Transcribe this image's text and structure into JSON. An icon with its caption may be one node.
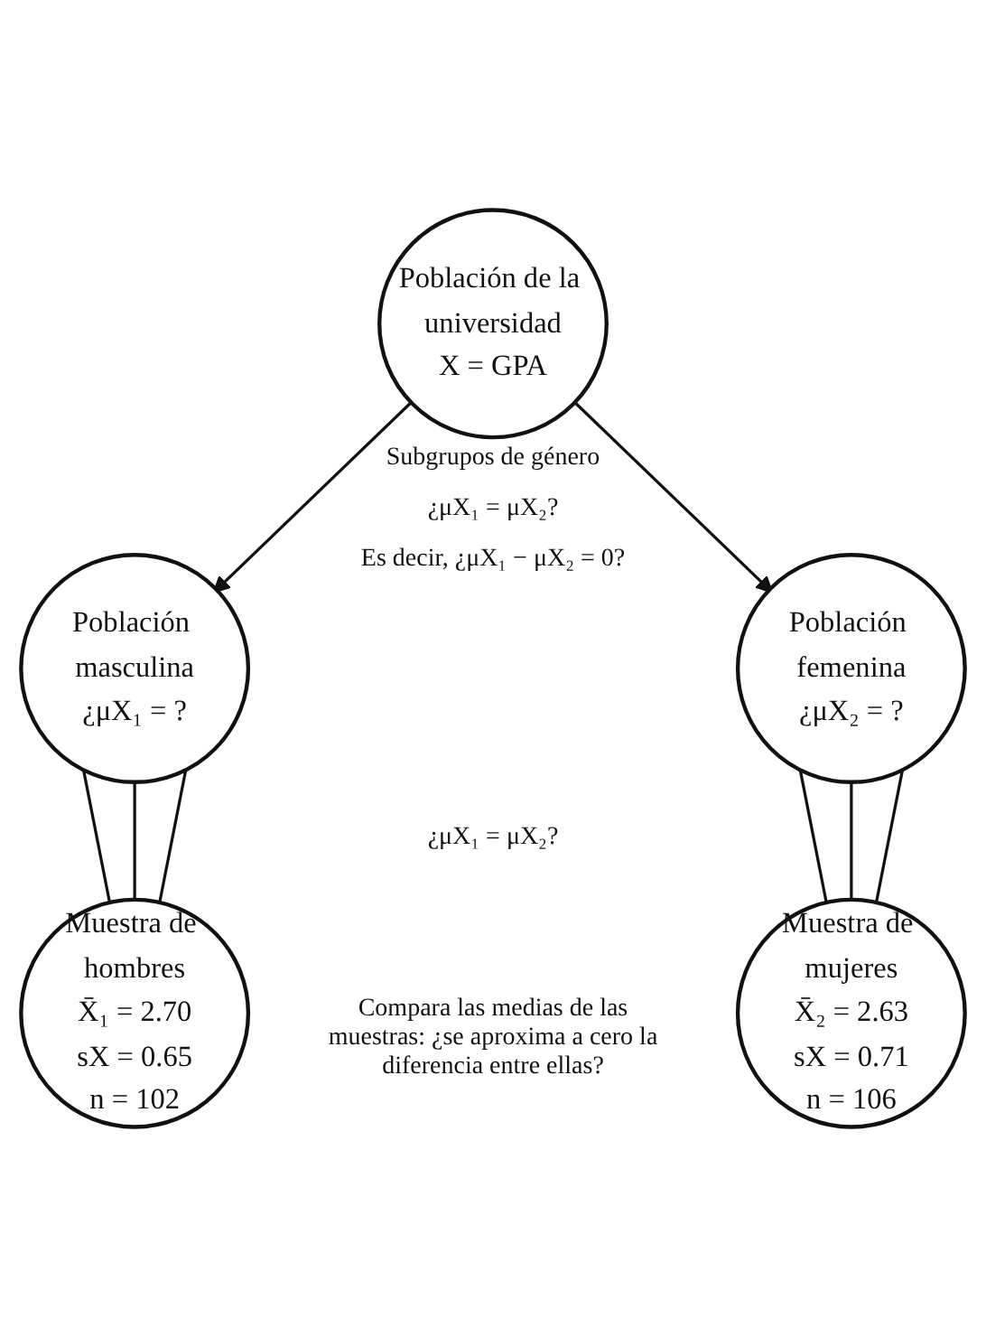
{
  "diagram": {
    "nodes": [
      {
        "text": [
          "Población de la universidad",
          "X = GPA"
        ]
      },
      {
        "text": [
          "Población masculina",
          "¿μX₁ = ?"
        ]
      },
      {
        "text": [
          "Población femenina",
          "¿μX₂ = ?"
        ]
      },
      {
        "text": [
          "Muestra de hombres",
          "X̄₁ = 2.70",
          "sX = 0.65",
          "n = 102"
        ]
      },
      {
        "text": [
          "Muestra de mujeres",
          "X̄₂ = 2.63",
          "sX = 0.71",
          "n = 106"
        ]
      }
    ],
    "edges": [
      {
        "from": 0,
        "to": 1,
        "arrow": "to"
      },
      {
        "from": 0,
        "to": 2,
        "arrow": "to"
      },
      {
        "from": 1,
        "to": 3,
        "arrow": "none"
      },
      {
        "from": 1,
        "to": 3,
        "arrow": "none"
      },
      {
        "from": 1,
        "to": 3,
        "arrow": "none"
      },
      {
        "from": 2,
        "to": 4,
        "arrow": "none"
      },
      {
        "from": 2,
        "to": 4,
        "arrow": "none"
      },
      {
        "from": 2,
        "to": 4,
        "arrow": "none"
      }
    ],
    "labels": [
      "Subgrupos de género",
      "¿μX₁ = μX₂?",
      "Es decir, ¿μX₁ − μX₂ = 0?",
      "¿μX₁ = μX₂?",
      "Compara las medias de las muestras: ¿se aproxima a cero la diferencia entre ellas?"
    ]
  }
}
